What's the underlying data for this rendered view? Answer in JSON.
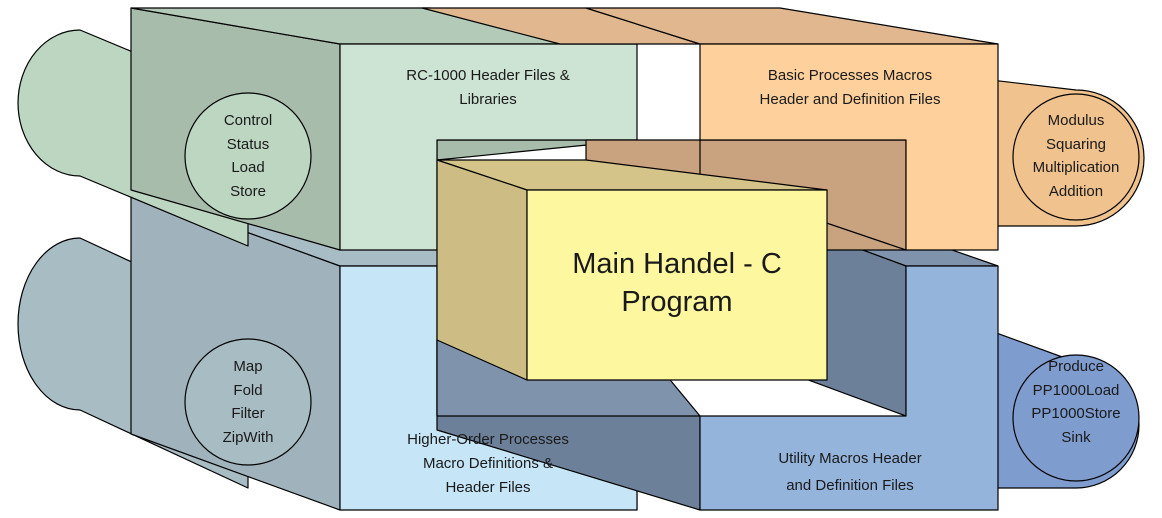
{
  "blocks": {
    "rc1000": {
      "title_lines": [
        "RC-1000 Header Files &",
        "Libraries"
      ],
      "items": [
        "Control",
        "Status",
        "Load",
        "Store"
      ],
      "front_color": "#cde3d3",
      "top_color": "#b4cab9",
      "side_color": "#a7bcaa",
      "cylinder_color": "#bcd6c2"
    },
    "basic": {
      "title_lines": [
        "Basic Processes Macros",
        "Header and Definition Files"
      ],
      "items": [
        "Modulus",
        "Squaring",
        "Multiplication",
        "Addition"
      ],
      "front_color": "#fdd09c",
      "top_color": "#e0b78f",
      "side_color": "#c9a27f",
      "cylinder_color": "#f0c28e"
    },
    "higher_order": {
      "title_lines": [
        "Higher-Order Processes",
        "Macro Definitions &",
        "Header Files"
      ],
      "items": [
        "Map",
        "Fold",
        "Filter",
        "ZipWith"
      ],
      "front_color": "#c6e5f6",
      "top_color": "#a8bcc6",
      "side_color": "#a0b3bc",
      "cylinder_color": "#a8bcc4"
    },
    "utility": {
      "title_lines": [
        "Utility Macros Header",
        "and Definition Files"
      ],
      "items": [
        "Produce",
        "PP1000Load",
        "PP1000Store",
        "Sink"
      ],
      "front_color": "#94b4dc",
      "top_color": "#7f93ad",
      "side_color": "#6d8099",
      "cylinder_color": "#7f9ccf"
    },
    "main": {
      "title_lines": [
        "Main Handel - C",
        "Program"
      ],
      "front_color": "#fdf7a0",
      "top_color": "#d4c48a",
      "side_color": "#cdbd85"
    }
  }
}
